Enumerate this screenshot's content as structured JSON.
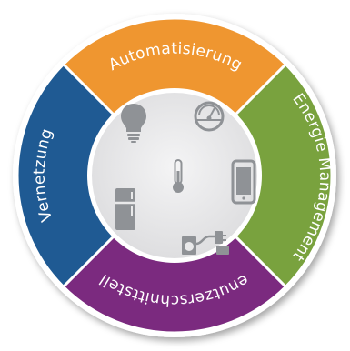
{
  "segments": [
    {
      "id": "automatisierung",
      "label": "Automatisierung",
      "color": "#ef9630"
    },
    {
      "id": "energie-management",
      "label": "Energie Management",
      "color": "#79a23e"
    },
    {
      "id": "benutzerschnittstelle",
      "label": "Benutzerschnittstelle",
      "color": "#7b2a7f"
    },
    {
      "id": "vernetzung",
      "label": "Vernetzung",
      "color": "#1f5a93"
    }
  ],
  "colors": {
    "divider": "#ffffff",
    "ring_border": "#ffffff",
    "center_fill": "#e9e9ea",
    "icon": "#8f9296"
  },
  "center_icons": [
    "light-bulb-icon",
    "gauge-meter-icon",
    "thermometer-icon",
    "smartphone-icon",
    "refrigerator-icon",
    "washing-machine-plug-icon"
  ]
}
